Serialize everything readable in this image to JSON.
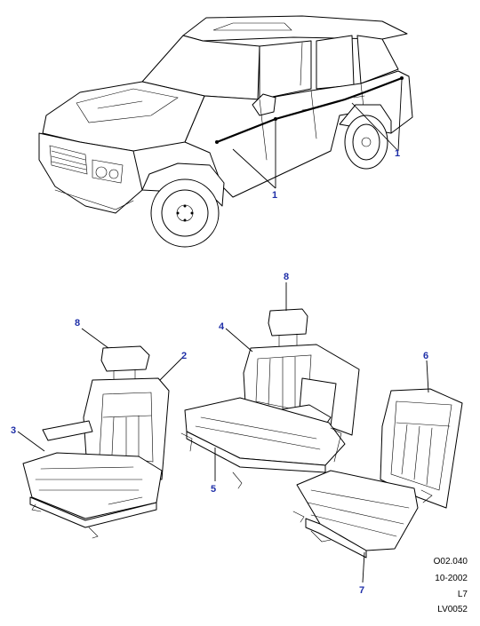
{
  "callouts": {
    "c1a": "1",
    "c1b": "1",
    "c2": "2",
    "c3": "3",
    "c4": "4",
    "c5": "5",
    "c6": "6",
    "c7": "7",
    "c8a": "8",
    "c8b": "8"
  },
  "reference": {
    "code": "O02.040",
    "date": "10-2002",
    "model": "L7",
    "sheet": "LV0052"
  },
  "colors": {
    "callout_text": "#1f2fa8",
    "line_art": "#000000",
    "background": "#ffffff"
  }
}
